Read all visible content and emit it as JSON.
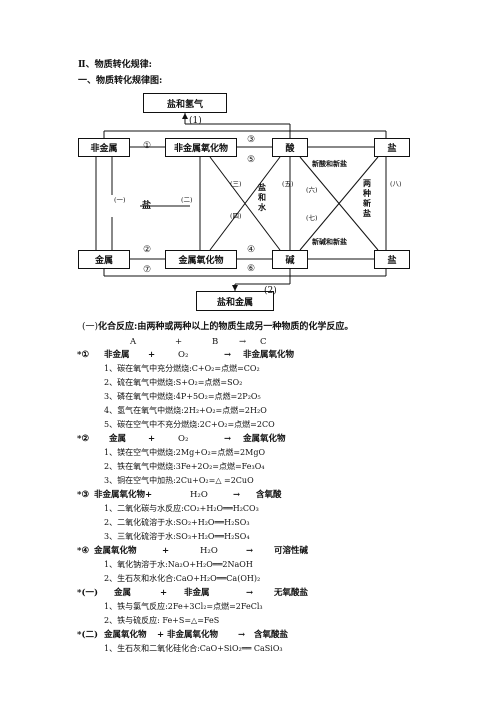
{
  "heading": {
    "section": "Ⅱ、物质转化规律:",
    "sub": "一、物质转化规律图:"
  },
  "diagram": {
    "boxes": {
      "salt_hydrogen": "盐和氢气",
      "nonmetal": "非金属",
      "nonmetal_oxide": "非金属氧化物",
      "acid": "酸",
      "salt_top": "盐",
      "metal": "金属",
      "metal_oxide": "金属氧化物",
      "base": "碱",
      "salt_bottom": "盐",
      "salt_metal": "盐和金属"
    },
    "labels": {
      "salt_left": "盐",
      "salt_water": "盐和水",
      "new_acid_salt": "新酸和新盐",
      "two_new_salts": "两种新盐",
      "new_base_salt": "新碱和新盐"
    },
    "numbers": {
      "n1": "①",
      "n2": "②",
      "n3": "③",
      "n4": "④",
      "n5": "⑤",
      "n6": "⑥",
      "n7": "⑦",
      "p1": "(1)",
      "p2": "(2)",
      "c1": "(一)",
      "c2": "(二)",
      "c3": "(三)",
      "c4": "(四)",
      "c5": "(五)",
      "c6": "(六)",
      "c7": "(七)",
      "c8": "(八)"
    }
  },
  "combination": {
    "title_prefix": "(一)",
    "title_bold": "化合反应",
    "title_rest": ":由两种或两种以上的物质生成另一种物质的化学反应。",
    "abc": {
      "a": "A",
      "plus1": "+",
      "b": "B",
      "arrow": "→",
      "c": "C"
    },
    "groups": [
      {
        "head": {
          "mark": "*①",
          "a": "非金属",
          "plus": "+",
          "b": "O₂",
          "arrow": "→",
          "c": "非金属氧化物"
        },
        "items": [
          "1、碳在氧气中充分燃烧:C+O₂=点燃=CO₂",
          "2、硫在氧气中燃烧:S+O₂=点燃=SO₂",
          "3、磷在氧气中燃烧:4P+5O₂=点燃=2P₂O₅",
          "4、氢气在氧气中燃烧:2H₂+O₂=点燃=2H₂O",
          "5、碳在空气中不充分燃烧:2C+O₂=点燃=2CO"
        ]
      },
      {
        "head": {
          "mark": "*②",
          "a": "金属",
          "plus": "+",
          "b": "O₂",
          "arrow": "→",
          "c": "金属氧化物"
        },
        "items": [
          "1、镁在空气中燃烧:2Mg+O₂=点燃=2MgO",
          "2、铁在氧气中燃烧:3Fe+2O₂=点燃=Fe₃O₄",
          "3、铜在空气中加热:2Cu+O₂=△ =2CuO"
        ]
      },
      {
        "head": {
          "mark": "*③",
          "a": "非金属氧化物+",
          "plus": "",
          "b": "H₂O",
          "arrow": "→",
          "c": "含氧酸"
        },
        "items": [
          "1、二氧化碳与水反应:CO₂+H₂O══H₂CO₃",
          "2、二氧化硫溶于水:SO₂+H₂O══H₂SO₃",
          "3、三氧化硫溶于水:SO₃+H₂O══H₂SO₄"
        ]
      },
      {
        "head": {
          "mark": "*④",
          "a": "金属氧化物",
          "plus": "+",
          "b": "H₂O",
          "arrow": "→",
          "c": "可溶性碱"
        },
        "items": [
          "1、氧化钠溶于水:Na₂O+H₂O══2NaOH",
          "2、生石灰和水化合:CaO+H₂O══Ca(OH)₂"
        ]
      },
      {
        "head": {
          "mark": "*(一)",
          "a": "金属",
          "plus": "+",
          "b": "非金属",
          "arrow": "→",
          "c": "无氧酸盐"
        },
        "items": [
          "1、铁与氯气反应:2Fe+3Cl₂=点燃=2FeCl₃",
          "2、铁与硫反应:  Fe+S=△=FeS"
        ]
      },
      {
        "head": {
          "mark": "*(二)",
          "a": "金属氧化物",
          "plus": "+",
          "b": "非金属氧化物",
          "arrow": "→",
          "c": "含氧酸盐"
        },
        "items": [
          "1、生石灰和二氧化硅化合:CaO+SiO₂══ CaSiO₃"
        ]
      }
    ]
  }
}
